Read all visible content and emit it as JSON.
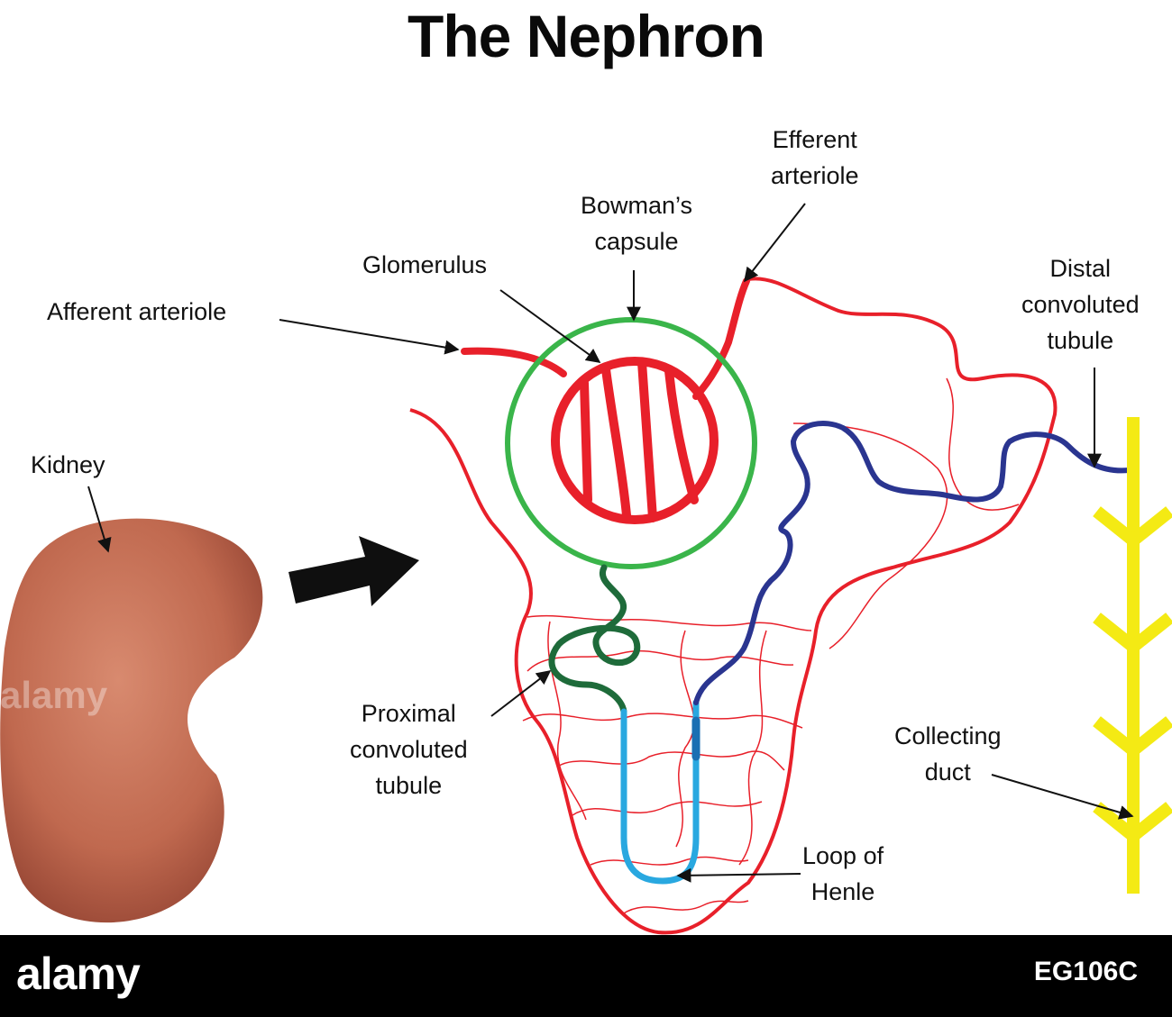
{
  "title": "The Nephron",
  "labels": {
    "kidney": "Kidney",
    "afferent": "Afferent arteriole",
    "glomerulus": "Glomerulus",
    "bowman": [
      "Bowman’s",
      "capsule"
    ],
    "efferent": [
      "Efferent",
      "arteriole"
    ],
    "distal": [
      "Distal",
      "convoluted",
      "tubule"
    ],
    "proximal": [
      "Proximal",
      "convoluted",
      "tubule"
    ],
    "collecting": [
      "Collecting",
      "duct"
    ],
    "loop": [
      "Loop of",
      "Henle"
    ]
  },
  "footer": {
    "brand": "alamy",
    "code": "EG106C",
    "watermark": "alamy"
  },
  "colors": {
    "artery": "#e8202a",
    "capsule": "#3ab54a",
    "proximal": "#1e6b3a",
    "distal": "#2a3590",
    "loop": "#29a8e0",
    "duct": "#f4ea14",
    "kidney": "#c36f55"
  }
}
